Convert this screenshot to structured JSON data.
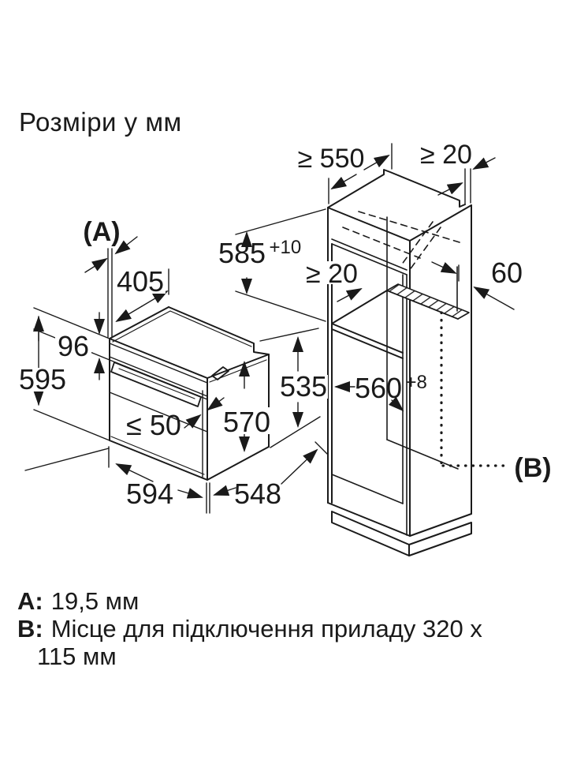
{
  "title": "Розміри у мм",
  "oven": {
    "marker_a": "(A)",
    "depth_body": "405",
    "panel_height": "96",
    "height": "595",
    "door_max": "≤ 50",
    "inner_height": "570",
    "side_height": "535",
    "width": "594",
    "depth": "548"
  },
  "cabinet": {
    "top_depth": "≥ 550",
    "top_rear_gap": "≥ 20",
    "niche_height": "585",
    "niche_height_tol": "+10",
    "shelf_rear_gap": "≥ 20",
    "rear_clearance": "60",
    "niche_width": "560",
    "niche_width_tol": "+8",
    "marker_b": "(B)"
  },
  "legend": {
    "a_key": "A:",
    "a_value": "19,5 мм",
    "b_key": "B:",
    "b_value_line1": "Місце для підключення приладу 320 x",
    "b_value_line2": "115 мм"
  }
}
